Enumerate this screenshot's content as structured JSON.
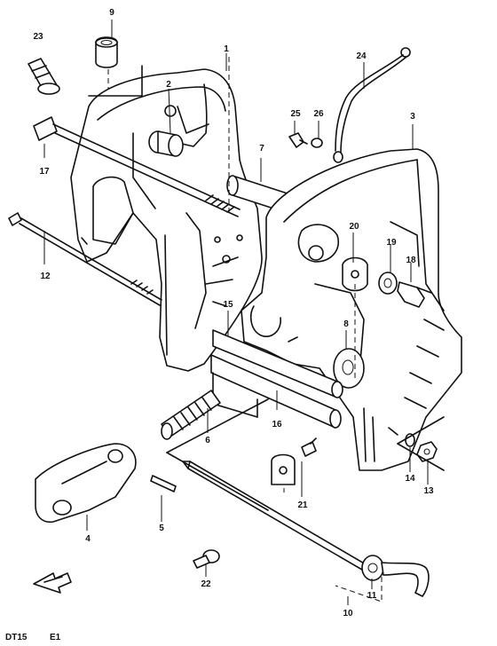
{
  "diagram": {
    "footer_code": "DT15",
    "footer_region": "E1",
    "part_numbers": [
      "1",
      "2",
      "3",
      "4",
      "5",
      "6",
      "7",
      "8",
      "9",
      "10",
      "11",
      "12",
      "13",
      "14",
      "15",
      "16",
      "17",
      "18",
      "19",
      "20",
      "21",
      "22",
      "23",
      "24",
      "25",
      "26"
    ]
  }
}
